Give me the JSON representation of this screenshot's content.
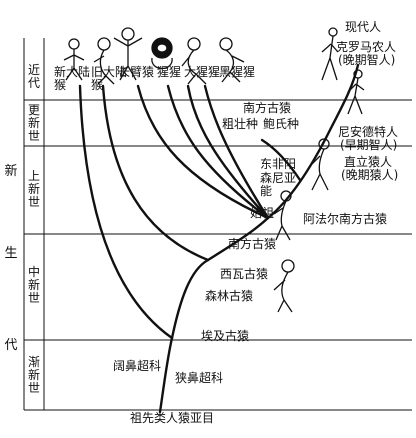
{
  "era": {
    "chars": [
      "新",
      "生",
      "代"
    ]
  },
  "epochs": [
    {
      "name": "近代"
    },
    {
      "name": "更新世"
    },
    {
      "name": "上新世"
    },
    {
      "name": "中新世"
    },
    {
      "name": "渐新世"
    }
  ],
  "top_groups": [
    {
      "name": "新大陆猴"
    },
    {
      "name": "旧大陆猴"
    },
    {
      "name": "长臂猿"
    },
    {
      "name": "猩猩"
    },
    {
      "name": "大猩猩"
    },
    {
      "name": "黑猩猩"
    }
  ],
  "hominins": {
    "modern": "现代人",
    "cromagnon": "克罗马农人",
    "cromagnon_note": "(晚期智人)",
    "robustus": "粗壮种",
    "boisei": "鲍氏种",
    "australopith": "南方古猿",
    "neanderthal": "尼安德特人",
    "neanderthal_note": "(早期智人)",
    "erectus": "直立猿人",
    "erectus_note": "(晚期猿人)",
    "partial_1": "东非阳",
    "partial_2": "森尼亚",
    "partial_3": "能",
    "early_man": "始祖",
    "afarensis": "阿法尔南方古猿",
    "southern_ape": "南方古猿",
    "sivapithecus": "西瓦古猿",
    "dryopithecus": "森林古猿",
    "aegyptopithecus": "埃及古猿"
  },
  "superfamilies": {
    "catarrhini": "狭鼻超科",
    "platyrrhini": "阔鼻超科",
    "ancestor": "祖先类人猿亚目"
  },
  "colors": {
    "line": "#111111",
    "background": "#ffffff"
  },
  "icons": [
    "primate-figure-icon",
    "hominin-figure-icon"
  ]
}
